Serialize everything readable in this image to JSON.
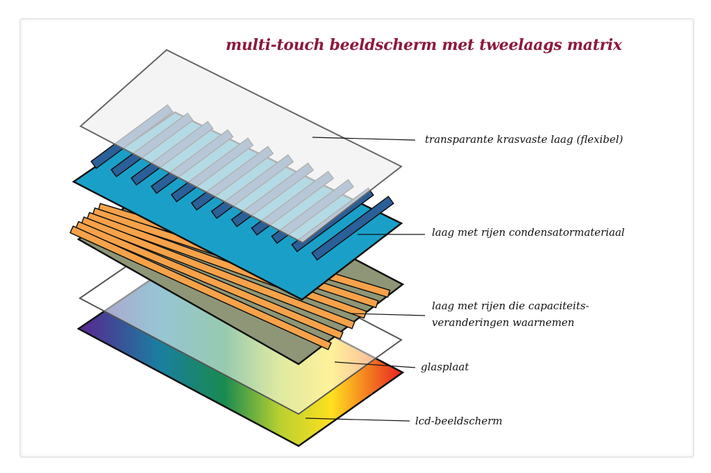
{
  "title": "multi-touch beeldscherm met tweelaags matrix",
  "labels": {
    "top_layer": "transparante krasvaste laag (flexibel)",
    "capacitor_layer": "laag met rijen condensatormateriaal",
    "sensing_layer_line1": "laag met rijen die capaciteits-",
    "sensing_layer_line2": "veranderingen waarnemen",
    "glass": "glasplaat",
    "lcd": "lcd-beeldscherm"
  },
  "colors": {
    "title": "#8b1a3a",
    "blue_layer": "#1aa0c8",
    "blue_stripes": "#2a5f98",
    "sensing_layer": "#8e9677",
    "orange_stripes": "#f6a24a"
  }
}
